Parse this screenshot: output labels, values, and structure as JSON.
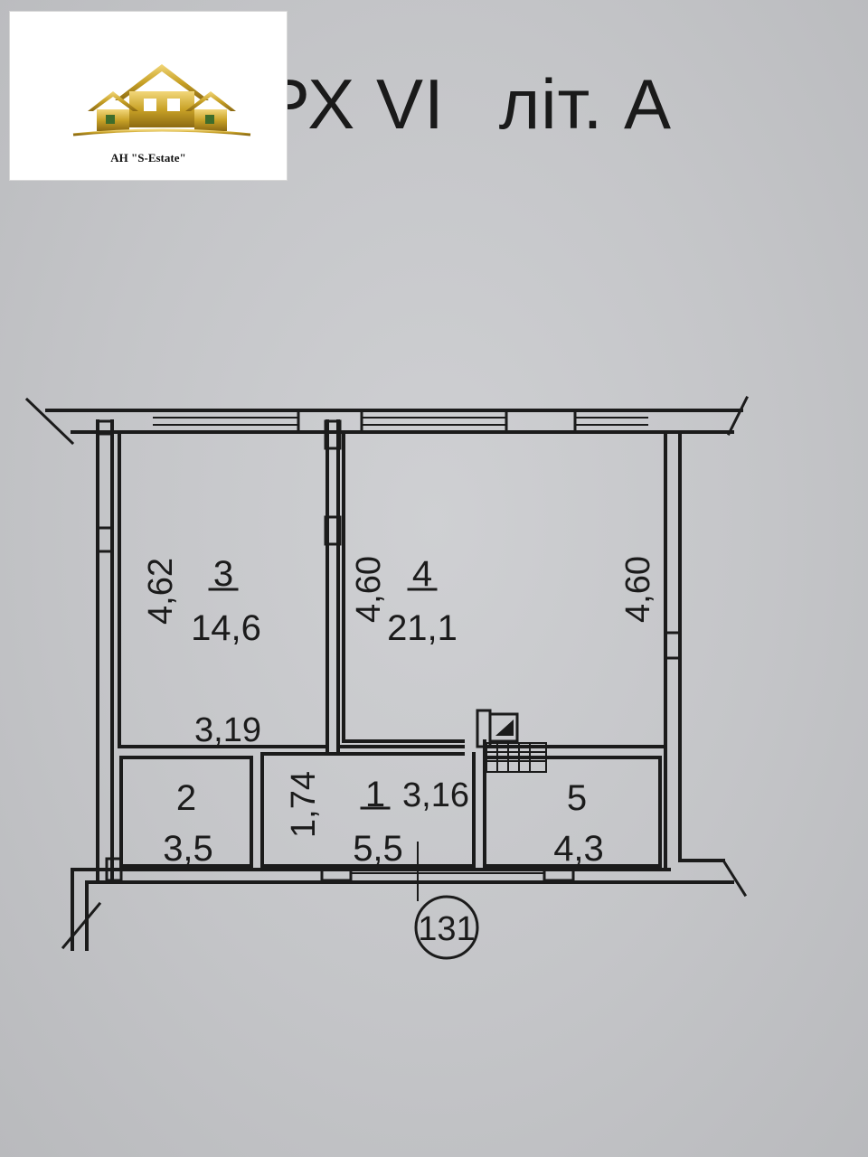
{
  "header": {
    "title": "ПОВЕРХ VI",
    "letter": "літ. А"
  },
  "logo": {
    "caption": "АН \"S-Estate\"",
    "icon": "house-logo-icon",
    "color_gold": "#c9a227"
  },
  "rooms": [
    {
      "number": "3",
      "area": "14,6",
      "side": "4,62",
      "width": "3,19"
    },
    {
      "number": "4",
      "area": "21,1",
      "side_left": "4,60",
      "side_right": "4,60"
    },
    {
      "number": "2",
      "area": "3,5"
    },
    {
      "number": "1",
      "area": "5,5",
      "side": "1,74",
      "width": "3,16"
    },
    {
      "number": "5",
      "area": "4,3"
    }
  ],
  "apartment_number": "131",
  "colors": {
    "ink": "#1b1b1b",
    "paper": "#c9cacd"
  }
}
